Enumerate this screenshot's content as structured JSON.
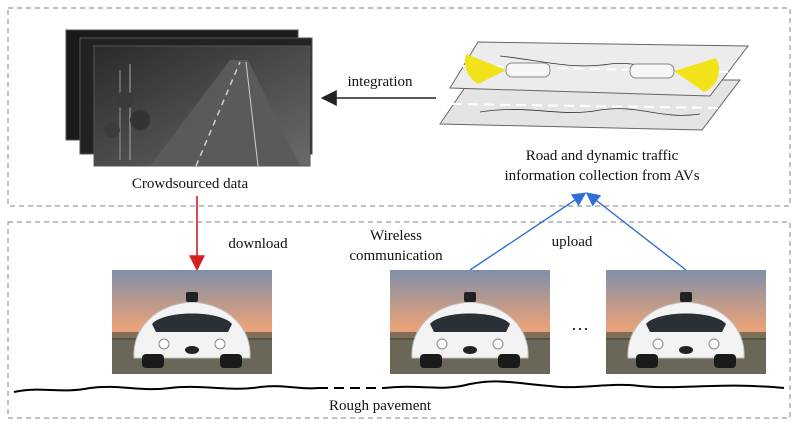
{
  "labels": {
    "crowdsourced": "Crowdsourced data",
    "integration": "integration",
    "collection_line1": "Road and dynamic traffic",
    "collection_line2": "information collection from AVs",
    "download": "download",
    "wireless_line1": "Wireless",
    "wireless_line2": "communication",
    "upload": "upload",
    "ellipsis": "…",
    "rough_pavement": "Rough pavement"
  },
  "colors": {
    "download_arrow": "#d42020",
    "upload_arrow": "#2f6fd6",
    "integration_arrow": "#222222",
    "headlight_cone": "#f2e21a",
    "panel_border": "#9a9a9a"
  }
}
